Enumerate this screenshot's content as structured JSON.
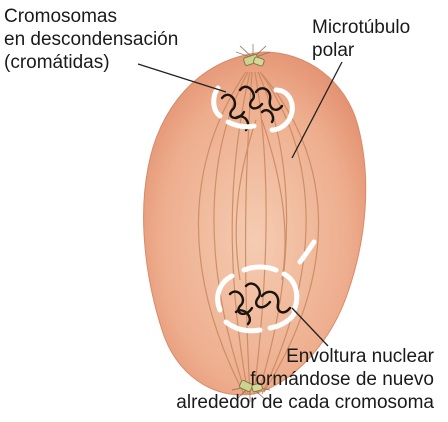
{
  "labels": {
    "chromosomes": [
      "Cromosomas",
      "en descondensación",
      "(cromátidas)"
    ],
    "microtubule": [
      "Microtúbulo",
      "polar"
    ],
    "envelope": [
      "Envoltura nuclear",
      "formándose de nuevo",
      "alrededor de cada cromosoma"
    ]
  },
  "colors": {
    "cell_fill_center": "#f3c2a4",
    "cell_fill_edge": "#e79a7a",
    "fiber": "#c8875e",
    "chromatin": "#1b1410",
    "envelope": "#ffffff",
    "centrosome": "#cfd28e",
    "leader": "#222222"
  }
}
